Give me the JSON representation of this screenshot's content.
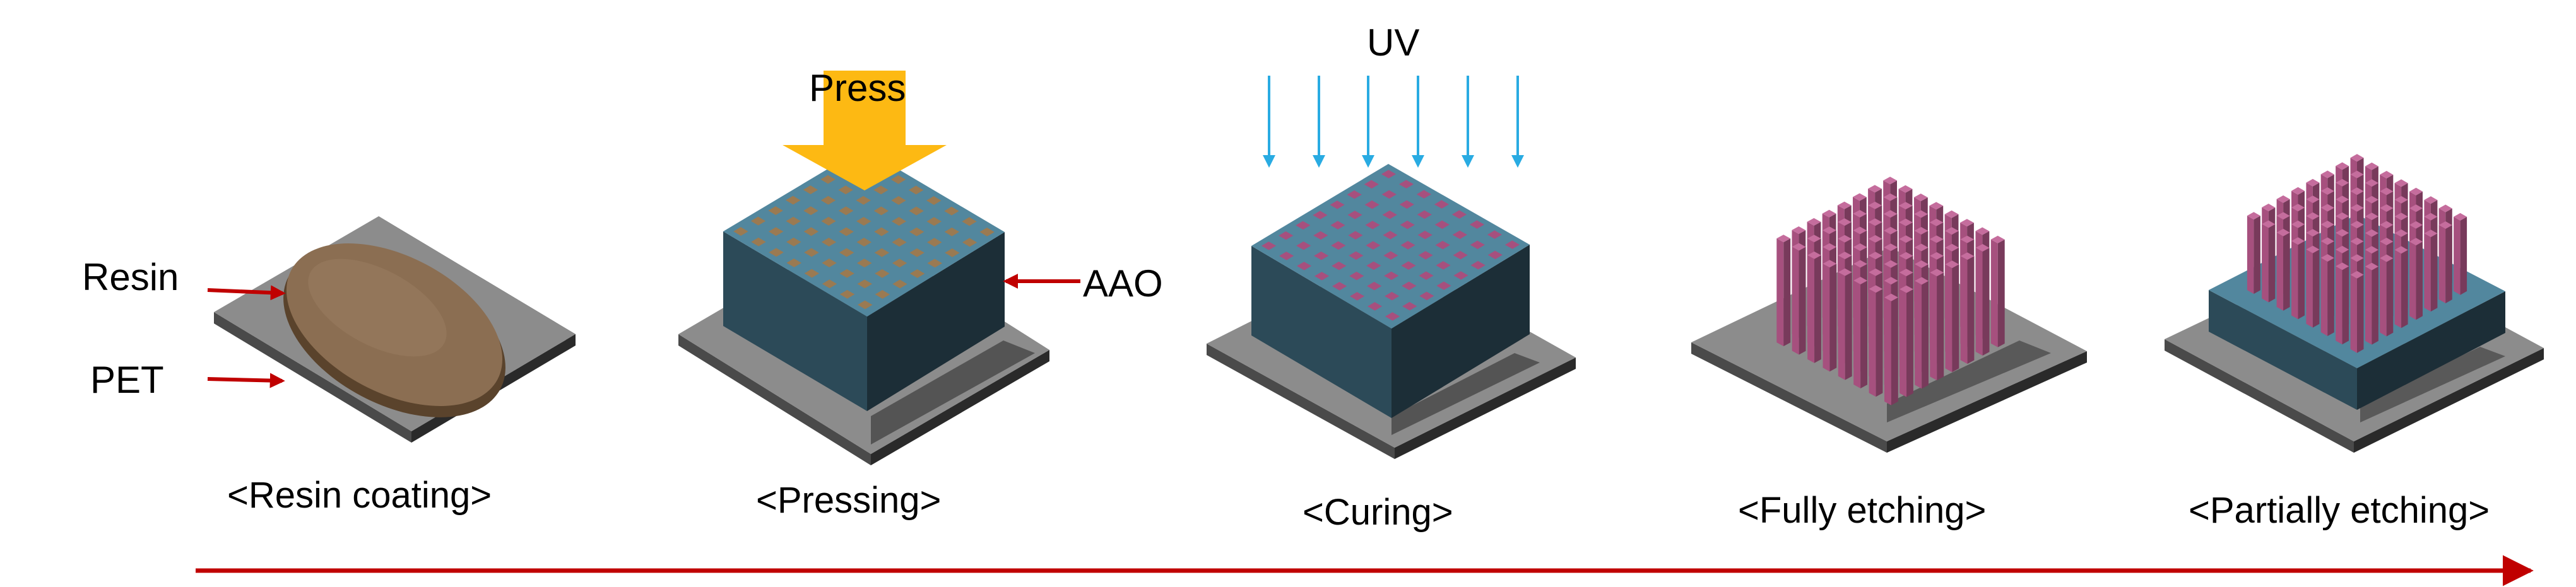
{
  "labels": {
    "resin": "Resin",
    "pet": "PET",
    "press": "Press",
    "aao": "AAO",
    "uv": "UV"
  },
  "steps": [
    {
      "caption": "<Resin coating>"
    },
    {
      "caption": "<Pressing>"
    },
    {
      "caption": "<Curing>"
    },
    {
      "caption": "<Fully etching>"
    },
    {
      "caption": "<Partially etching>"
    }
  ],
  "colors": {
    "pet_top": "#8c8c8c",
    "pet_dark": "#3c3c3c",
    "resin": "#8b6e52",
    "aao_top": "#52879e",
    "aao_side_light": "#2c4a58",
    "aao_side_dark": "#1c2e37",
    "pore_resin": "#9a7a52",
    "pillar": "#a6507e",
    "pillar_top": "#c56d9d",
    "press_arrow": "#fdb913",
    "uv_arrow": "#29abe2",
    "process_arrow": "#c00000"
  },
  "icons": [
    "press-arrow-icon",
    "uv-arrow-icon",
    "pointer-arrow-icon",
    "process-arrow-icon"
  ]
}
